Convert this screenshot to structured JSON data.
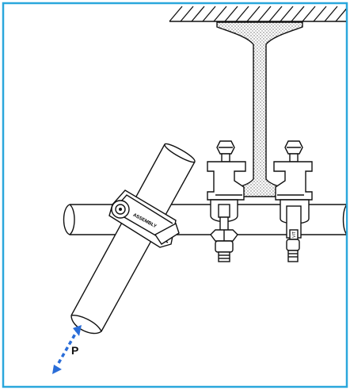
{
  "diagram": {
    "force_label": "P",
    "clamp_brand_text": "ASSEMBLY",
    "clamp_side_text": "VIT",
    "colors": {
      "border": "#2aa7dc",
      "arrow": "#2a6dd8",
      "stroke": "#111111",
      "stipple": "#777777"
    }
  }
}
